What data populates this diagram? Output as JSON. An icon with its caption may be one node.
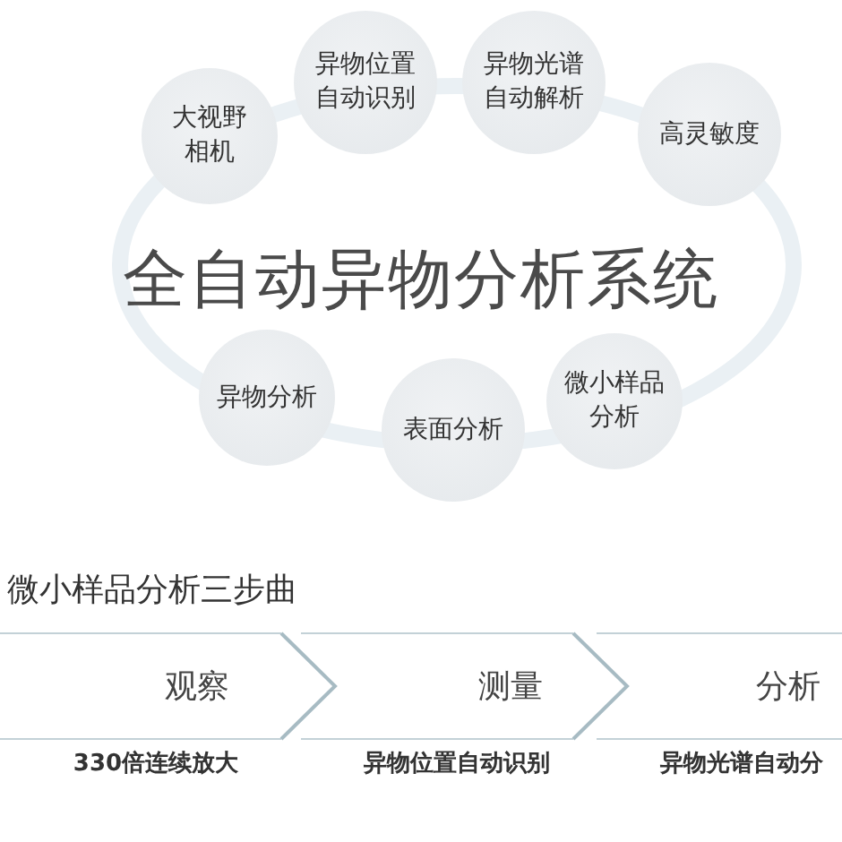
{
  "diagram": {
    "title": "全自动异物分析系统",
    "nodes": [
      {
        "text": [
          "大视野相机"
        ]
      },
      {
        "text": [
          "异物位置自动识别"
        ]
      },
      {
        "text": [
          "异物光谱自动解析"
        ]
      },
      {
        "text": [
          "高灵敏度"
        ]
      },
      {
        "text": [
          "异物分析"
        ]
      },
      {
        "text": [
          "表面分析"
        ]
      },
      {
        "text": [
          "微小样品分析"
        ]
      },
      {
        "text": [
          "观察"
        ],
        "beside": [
          "330倍连续放大"
        ]
      },
      {
        "text": [
          "测量"
        ],
        "beside": [
          "异物位置自动识别"
        ]
      },
      {
        "text": [
          "分析"
        ],
        "beside": [
          "异物光谱自动分"
        ]
      }
    ],
    "labels": [
      "微小样品分析三步曲"
    ]
  }
}
